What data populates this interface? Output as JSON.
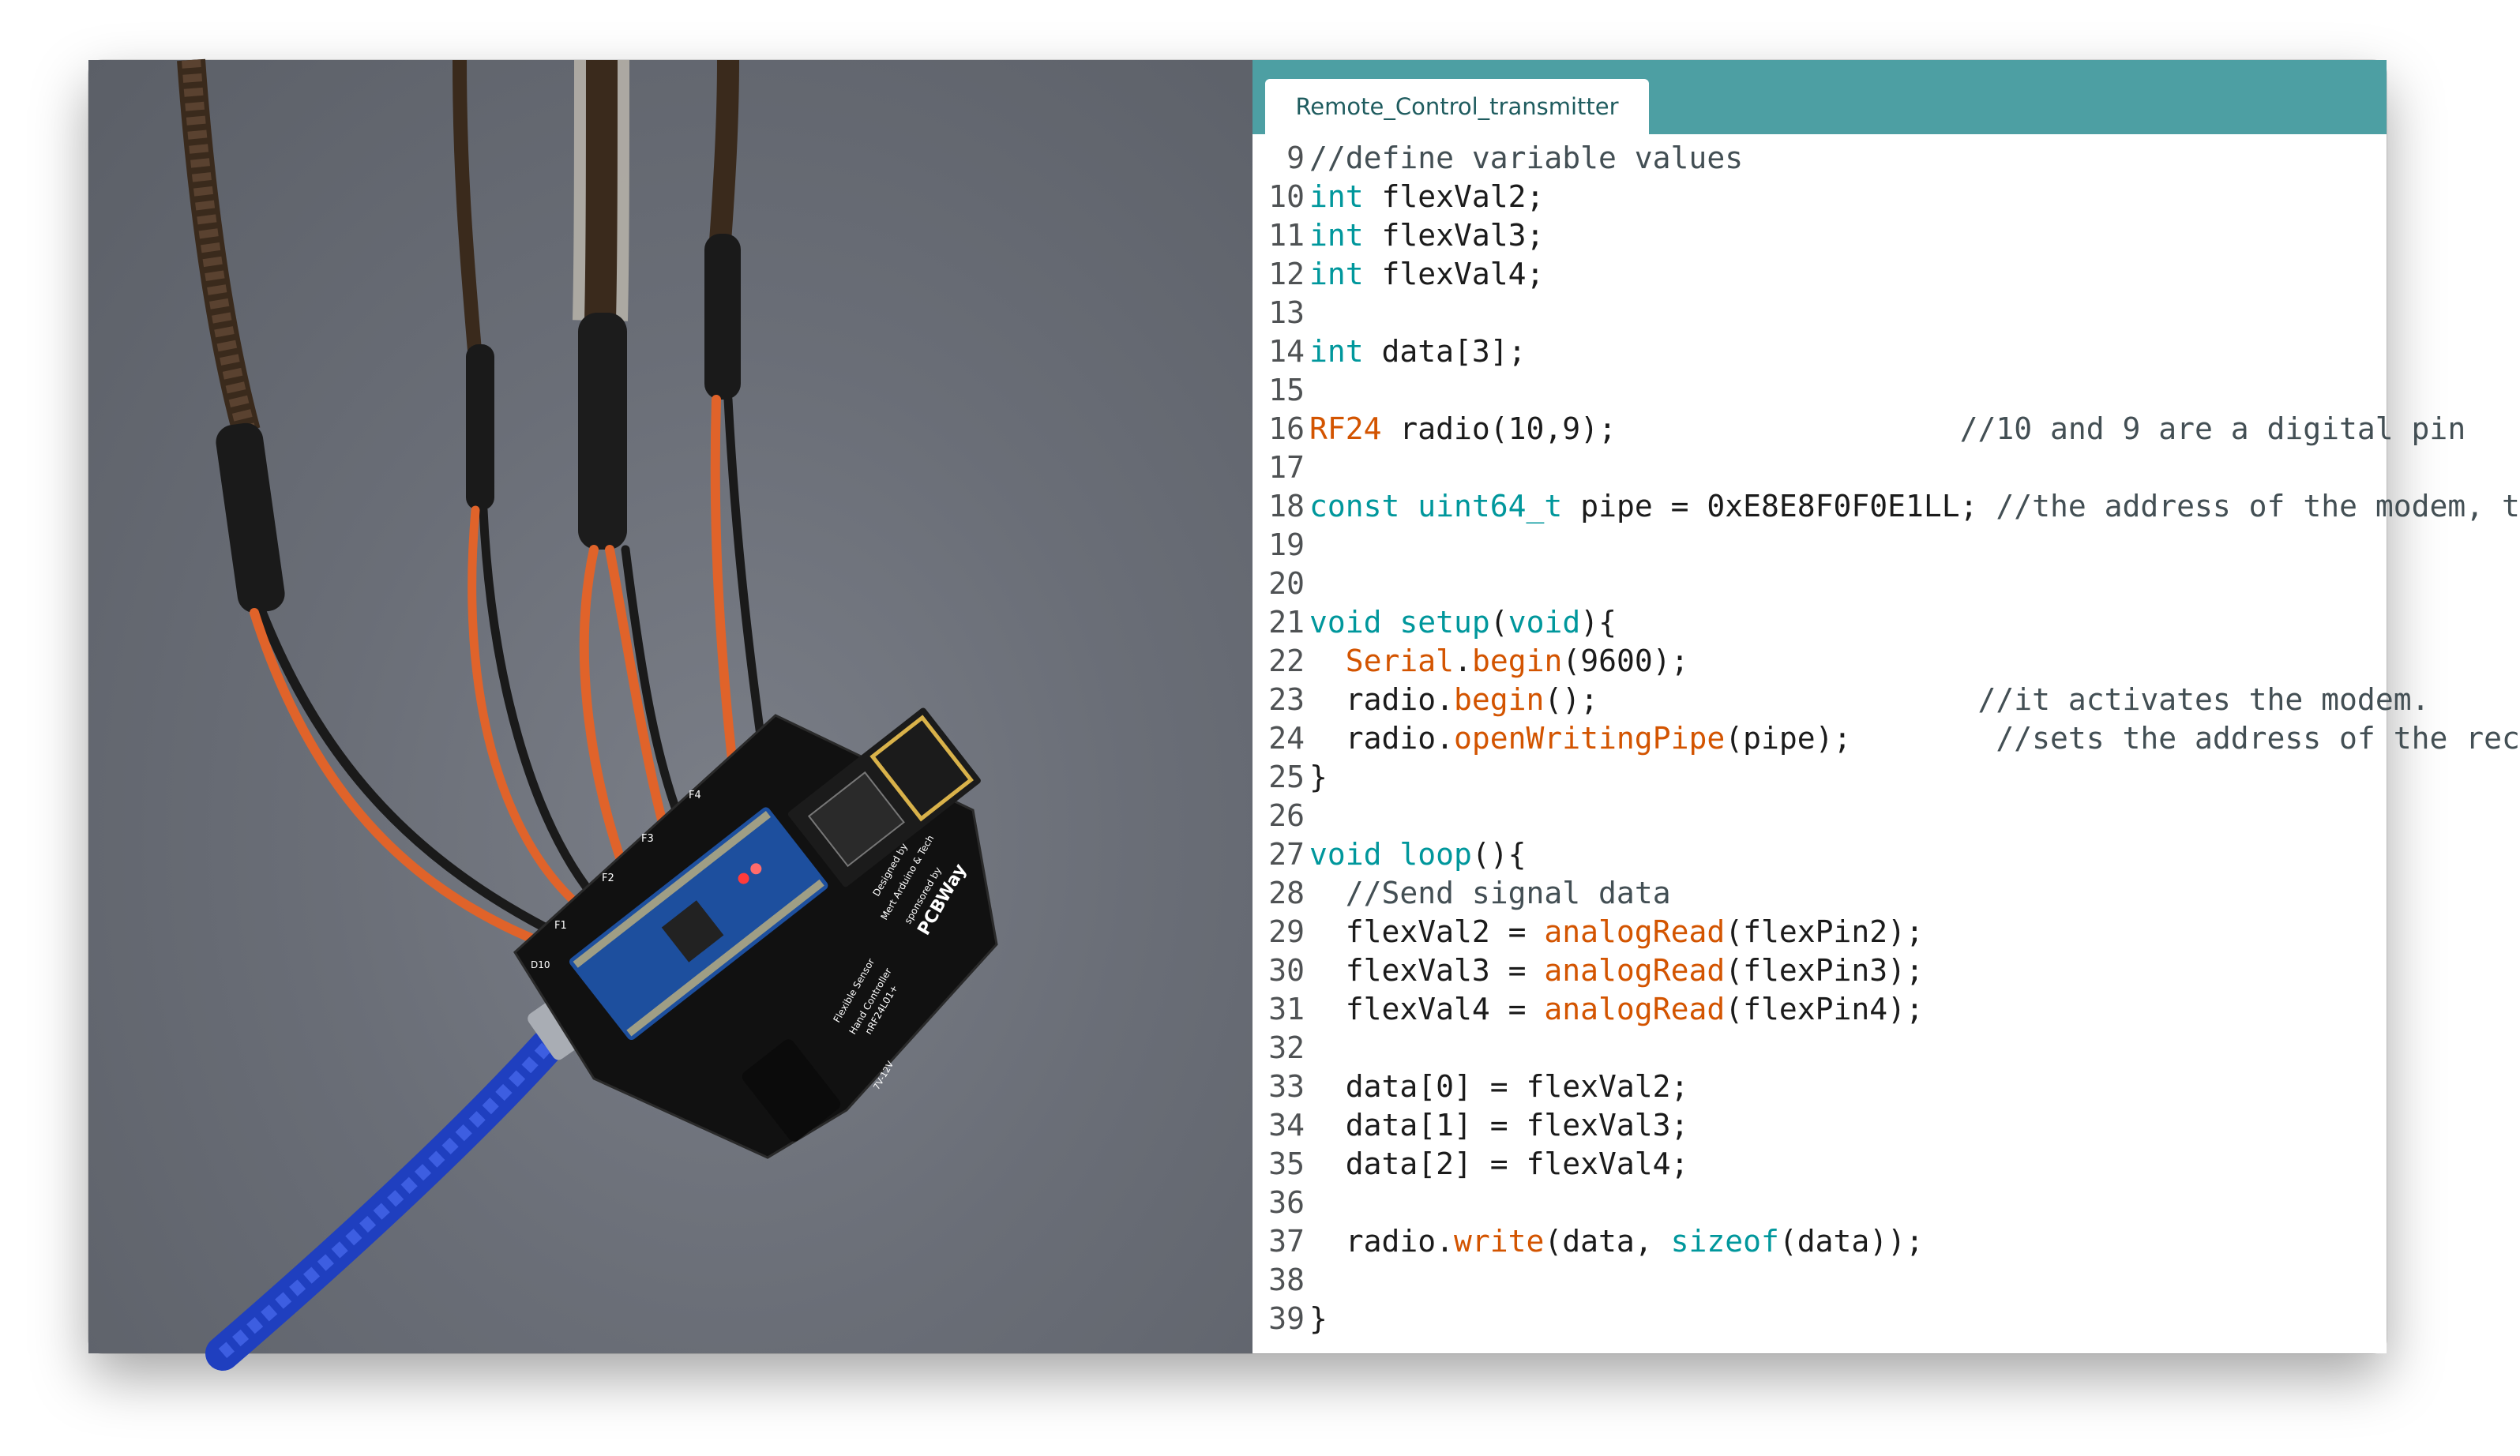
{
  "editor": {
    "tab_label": "Remote_Control_transmitter",
    "lines": [
      {
        "n": "9",
        "text": "//define variable values"
      },
      {
        "n": "10",
        "text": "int flexVal2;"
      },
      {
        "n": "11",
        "text": "int flexVal3;"
      },
      {
        "n": "12",
        "text": "int flexVal4;"
      },
      {
        "n": "13",
        "text": ""
      },
      {
        "n": "14",
        "text": "int data[3];"
      },
      {
        "n": "15",
        "text": ""
      },
      {
        "n": "16",
        "text": "RF24 radio(10,9);                   //10 and 9 are a digital pin"
      },
      {
        "n": "17",
        "text": ""
      },
      {
        "n": "18",
        "text": "const uint64_t pipe = 0xE8E8F0F0E1LL; //the address of the modem, t"
      },
      {
        "n": "19",
        "text": ""
      },
      {
        "n": "20",
        "text": ""
      },
      {
        "n": "21",
        "text": "void setup(void){"
      },
      {
        "n": "22",
        "text": "  Serial.begin(9600);"
      },
      {
        "n": "23",
        "text": "  radio.begin();                     //it activates the modem."
      },
      {
        "n": "24",
        "text": "  radio.openWritingPipe(pipe);        //sets the address of the rec"
      },
      {
        "n": "25",
        "text": "}"
      },
      {
        "n": "26",
        "text": ""
      },
      {
        "n": "27",
        "text": "void loop(){"
      },
      {
        "n": "28",
        "text": "  //Send signal data"
      },
      {
        "n": "29",
        "text": "  flexVal2 = analogRead(flexPin2);"
      },
      {
        "n": "30",
        "text": "  flexVal3 = analogRead(flexPin3);"
      },
      {
        "n": "31",
        "text": "  flexVal4 = analogRead(flexPin4);"
      },
      {
        "n": "32",
        "text": ""
      },
      {
        "n": "33",
        "text": "  data[0] = flexVal2;"
      },
      {
        "n": "34",
        "text": "  data[1] = flexVal3;"
      },
      {
        "n": "35",
        "text": "  data[2] = flexVal4;"
      },
      {
        "n": "36",
        "text": ""
      },
      {
        "n": "37",
        "text": "  radio.write(data, sizeof(data));"
      },
      {
        "n": "38",
        "text": ""
      },
      {
        "n": "39",
        "text": "}"
      }
    ]
  },
  "board": {
    "labels": [
      "Designed by",
      "Mert Arduino & Tech",
      "sponsored by",
      "PCBWay",
      "Flexible Sensor",
      "Hand Controller",
      "nRF24L01+",
      "F1",
      "F2",
      "F3",
      "F4",
      "D10",
      "7V-12V"
    ]
  },
  "colors": {
    "tabbar": "#4d9fa3",
    "keyword": "#00979c",
    "function": "#d35400",
    "comment": "#434f54"
  }
}
